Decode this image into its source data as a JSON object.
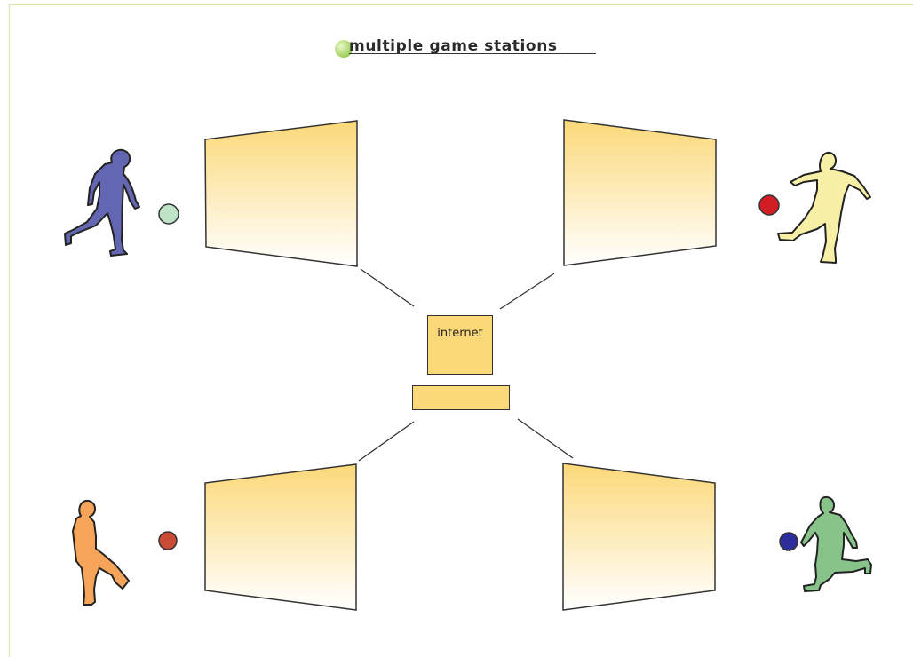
{
  "title": "multiple game stations",
  "center": {
    "label": "internet"
  },
  "colors": {
    "screen_top": "#fbd878",
    "screen_bottom": "#ffffff",
    "server": "#fbd878",
    "outline": "#333333",
    "title_dot": "#9ccf5a",
    "frame": "#d6e6a8"
  },
  "stations": [
    {
      "position": "top-left",
      "player_color": "#6366b0",
      "ball_color": "#bfe3c6"
    },
    {
      "position": "top-right",
      "player_color": "#f7efa6",
      "ball_color": "#d21d24"
    },
    {
      "position": "bottom-left",
      "player_color": "#f6a45a",
      "ball_color": "#c94a35"
    },
    {
      "position": "bottom-right",
      "player_color": "#88c48a",
      "ball_color": "#2d2d9b"
    }
  ]
}
